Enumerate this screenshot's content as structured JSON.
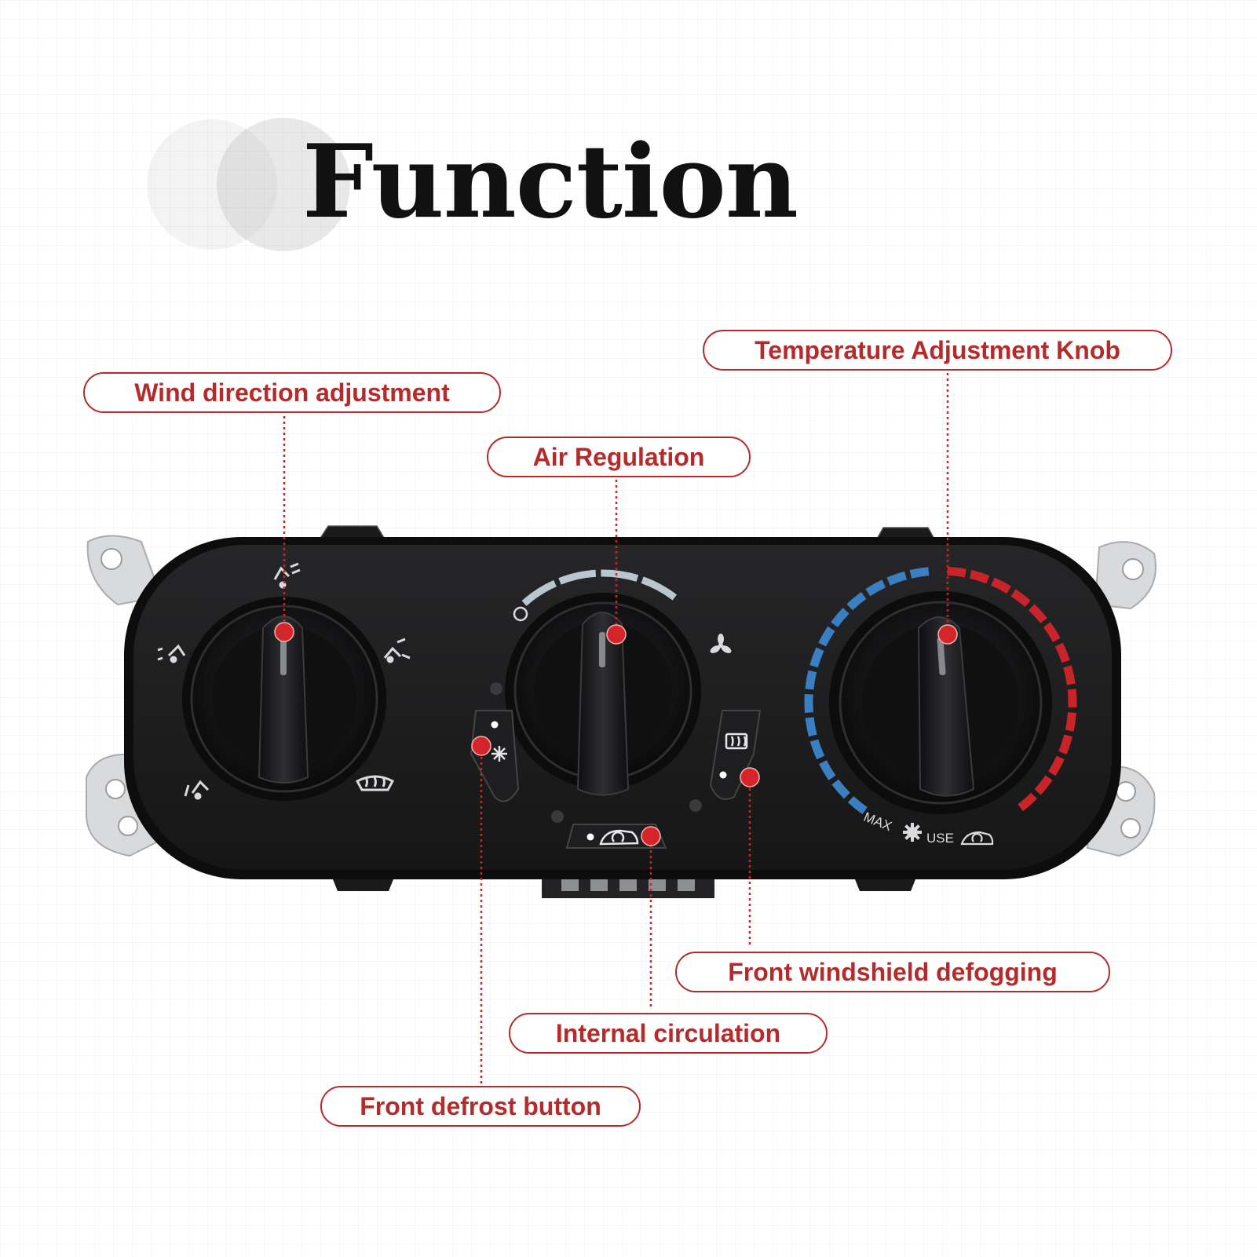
{
  "title": "Function",
  "colors": {
    "accent": "#b52a2a",
    "marker": "#d4262a",
    "panel": "#1d1d1f",
    "cold": "#3a7fc1",
    "hot": "#c8242a",
    "airflow": "#b9c6cf"
  },
  "callouts": {
    "wind_direction": "Wind direction adjustment",
    "air_regulation": "Air Regulation",
    "temperature_knob": "Temperature Adjustment Knob",
    "front_defrost": "Front defrost button",
    "internal_circulation": "Internal circulation",
    "windshield_defogging": "Front windshield defogging"
  },
  "panel_labels": {
    "max": "MAX",
    "use": "USE"
  },
  "icons": {
    "wind_dial": [
      "face-vent-icon",
      "bilevel-vent-icon",
      "floor-vent-icon",
      "floor-defrost-icon",
      "windshield-defrost-icon"
    ],
    "center_dial": [
      "off-circle-icon",
      "fan-icon"
    ],
    "buttons": [
      "snowflake-icon",
      "rear-defrost-icon",
      "recirculation-icon"
    ]
  }
}
